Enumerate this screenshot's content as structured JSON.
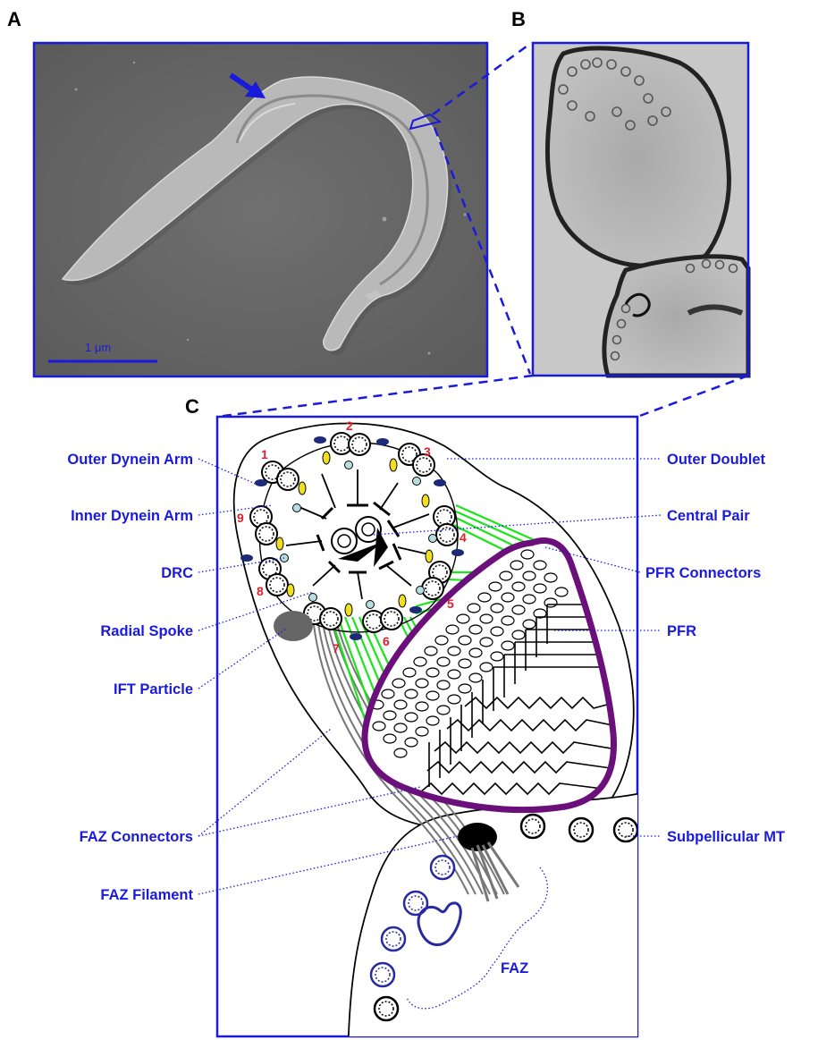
{
  "panels": {
    "a": "A",
    "b": "B",
    "c": "C"
  },
  "scale_bar": "1 μm",
  "labels": {
    "outer_dynein_arm": "Outer Dynein Arm",
    "inner_dynein_arm": "Inner Dynein Arm",
    "drc": "DRC",
    "radial_spoke": "Radial Spoke",
    "ift_particle": "IFT Particle",
    "faz_connectors": "FAZ Connectors",
    "faz_filament": "FAZ Filament",
    "outer_doublet": "Outer Doublet",
    "central_pair": "Central Pair",
    "pfr_connectors": "PFR Connectors",
    "pfr": "PFR",
    "subpellicular_mt": "Subpellicular MT",
    "faz": "FAZ"
  },
  "doublet_numbers": [
    "1",
    "2",
    "3",
    "4",
    "5",
    "6",
    "7",
    "8",
    "9"
  ],
  "colors": {
    "label_blue": "#1a1adc",
    "number_red": "#e0202a",
    "pfr_purple": "#6b0f7a",
    "pfr_connector_green": "#19e619",
    "dynein_yellow": "#f0e020",
    "dynein_navy": "#1c2a78",
    "ift_gray": "#666666"
  }
}
